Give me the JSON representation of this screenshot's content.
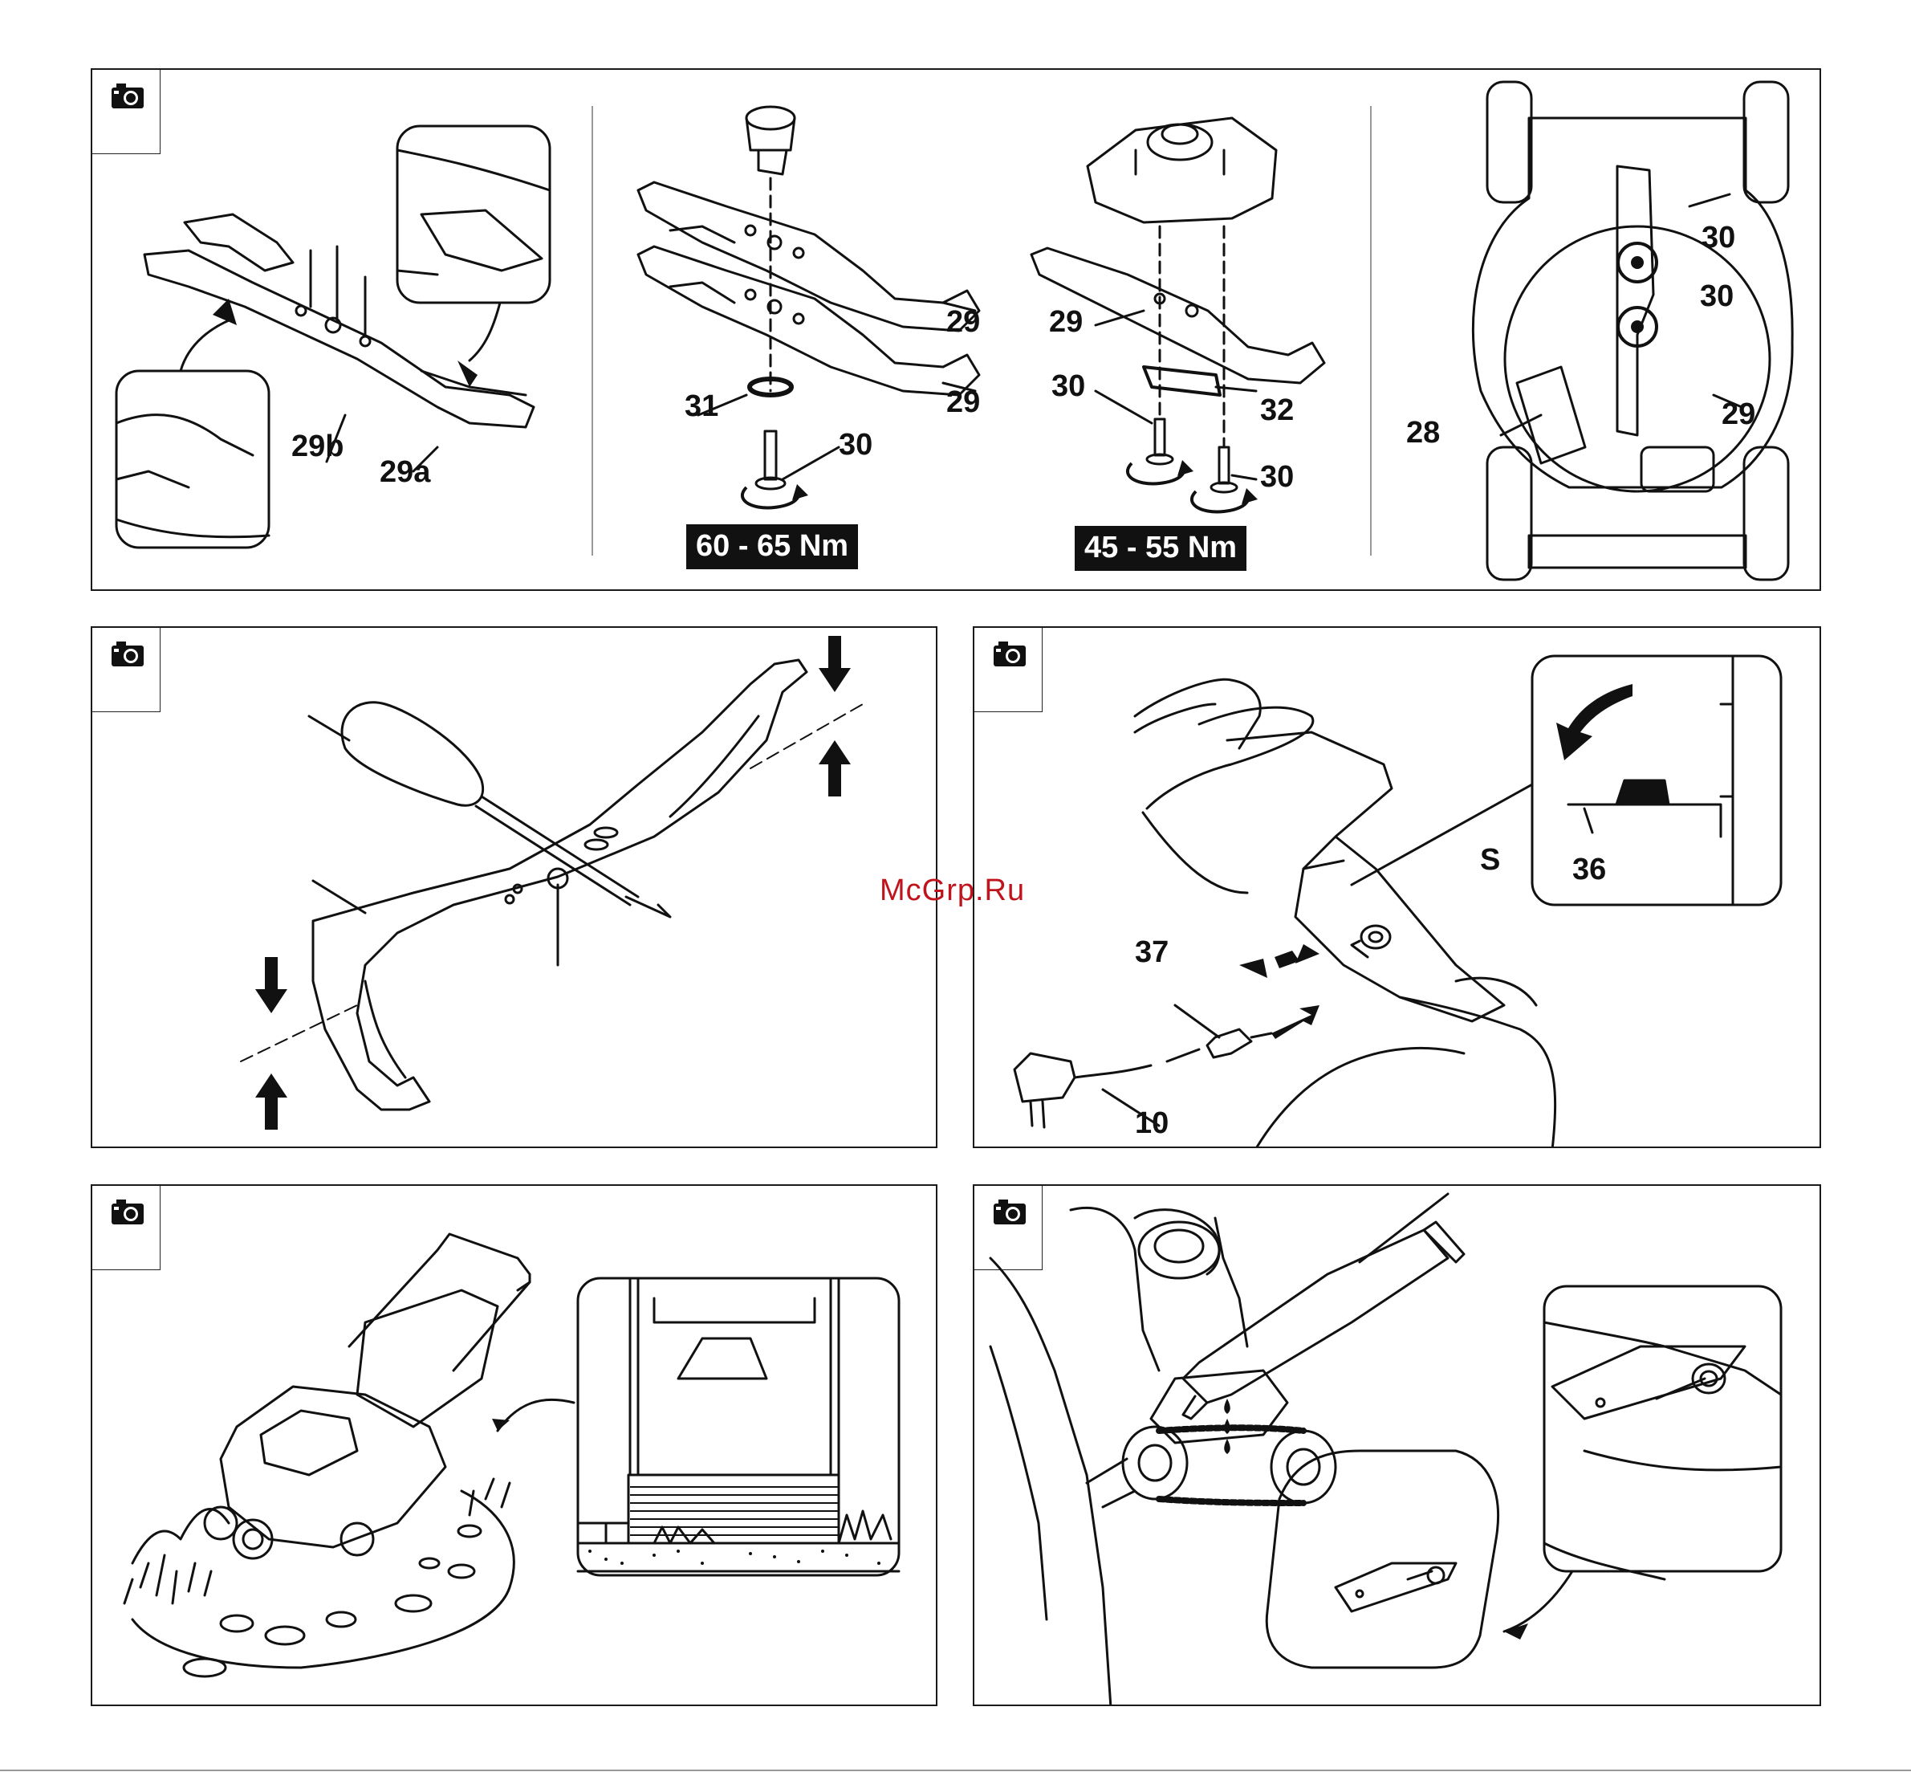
{
  "panels": {
    "top": {
      "sub1": {
        "labels": {
          "l29b": "29b",
          "l29a": "29a"
        }
      },
      "sub2": {
        "labels": {
          "l29a": "29",
          "l29b": "29",
          "l31": "31",
          "l30": "30"
        },
        "torque": "60 - 65 Nm"
      },
      "sub3": {
        "labels": {
          "l29": "29",
          "l30a": "30",
          "l32": "32",
          "l30b": "30"
        },
        "torque": "45 - 55 Nm"
      },
      "sub4": {
        "labels": {
          "l30a": "30",
          "l30b": "30",
          "l28": "28",
          "l29": "29"
        }
      }
    },
    "middle_right": {
      "labels": {
        "s": "S",
        "l36": "36",
        "l37": "37",
        "l10": "10"
      }
    }
  },
  "watermark": "McGrp.Ru",
  "icons": {
    "camera": "camera-icon",
    "rotate": "rotate-arrow-icon",
    "push": "arrow-icon"
  }
}
